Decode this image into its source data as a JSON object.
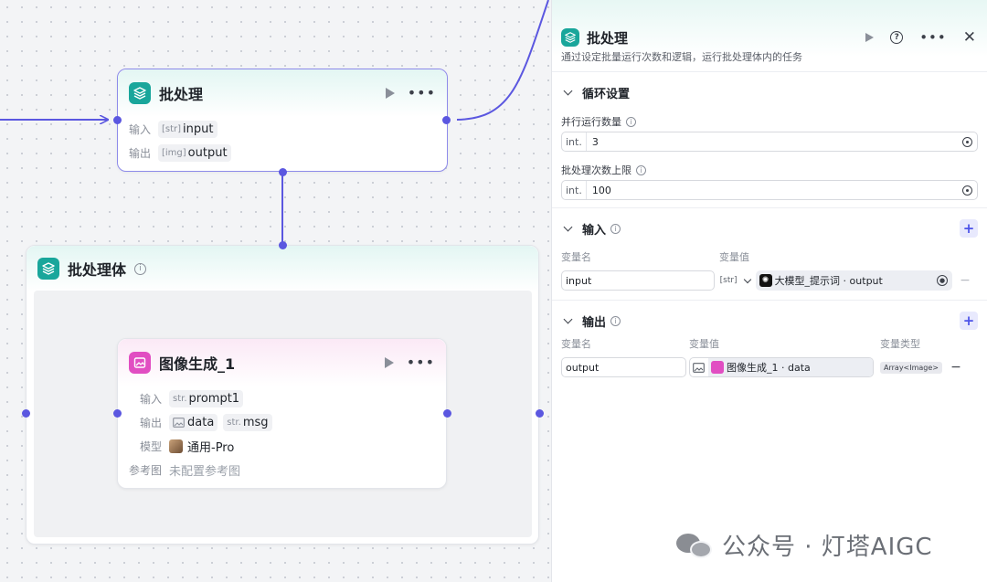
{
  "batch_node": {
    "title": "批处理",
    "input_label": "输入",
    "input_type": "[str]",
    "input_name": "input",
    "output_label": "输出",
    "output_type": "[img]",
    "output_name": "output"
  },
  "batch_body": {
    "title": "批处理体"
  },
  "image_node": {
    "title": "图像生成_1",
    "input_label": "输入",
    "input_type": "str.",
    "input_name": "prompt1",
    "output_label": "输出",
    "output1_name": "data",
    "output2_type": "str.",
    "output2_name": "msg",
    "model_label": "模型",
    "model_value": "通用-Pro",
    "ref_label": "参考图",
    "ref_value": "未配置参考图"
  },
  "panel": {
    "title": "批处理",
    "description": "通过设定批量运行次数和逻辑，运行批处理体内的任务",
    "loop_section": "循环设置",
    "parallel_label": "并行运行数量",
    "parallel_prefix": "int.",
    "parallel_value": "3",
    "max_label": "批处理次数上限",
    "max_prefix": "int.",
    "max_value": "100",
    "input_section": "输入",
    "input_col_name": "变量名",
    "input_col_value": "变量值",
    "input_var_name": "input",
    "input_var_type": "[str]",
    "input_var_ref": "大模型_提示词 · output",
    "output_section": "输出",
    "output_col_name": "变量名",
    "output_col_value": "变量值",
    "output_col_type": "变量类型",
    "output_var_name": "output",
    "output_var_ref": "图像生成_1 · data",
    "output_var_type": "Array<Image>"
  },
  "watermark": "公众号 · 灯塔AIGC",
  "colors": {
    "accent": "#5b57e0",
    "teal": "#19a69b",
    "pink": "#e14ec2"
  }
}
